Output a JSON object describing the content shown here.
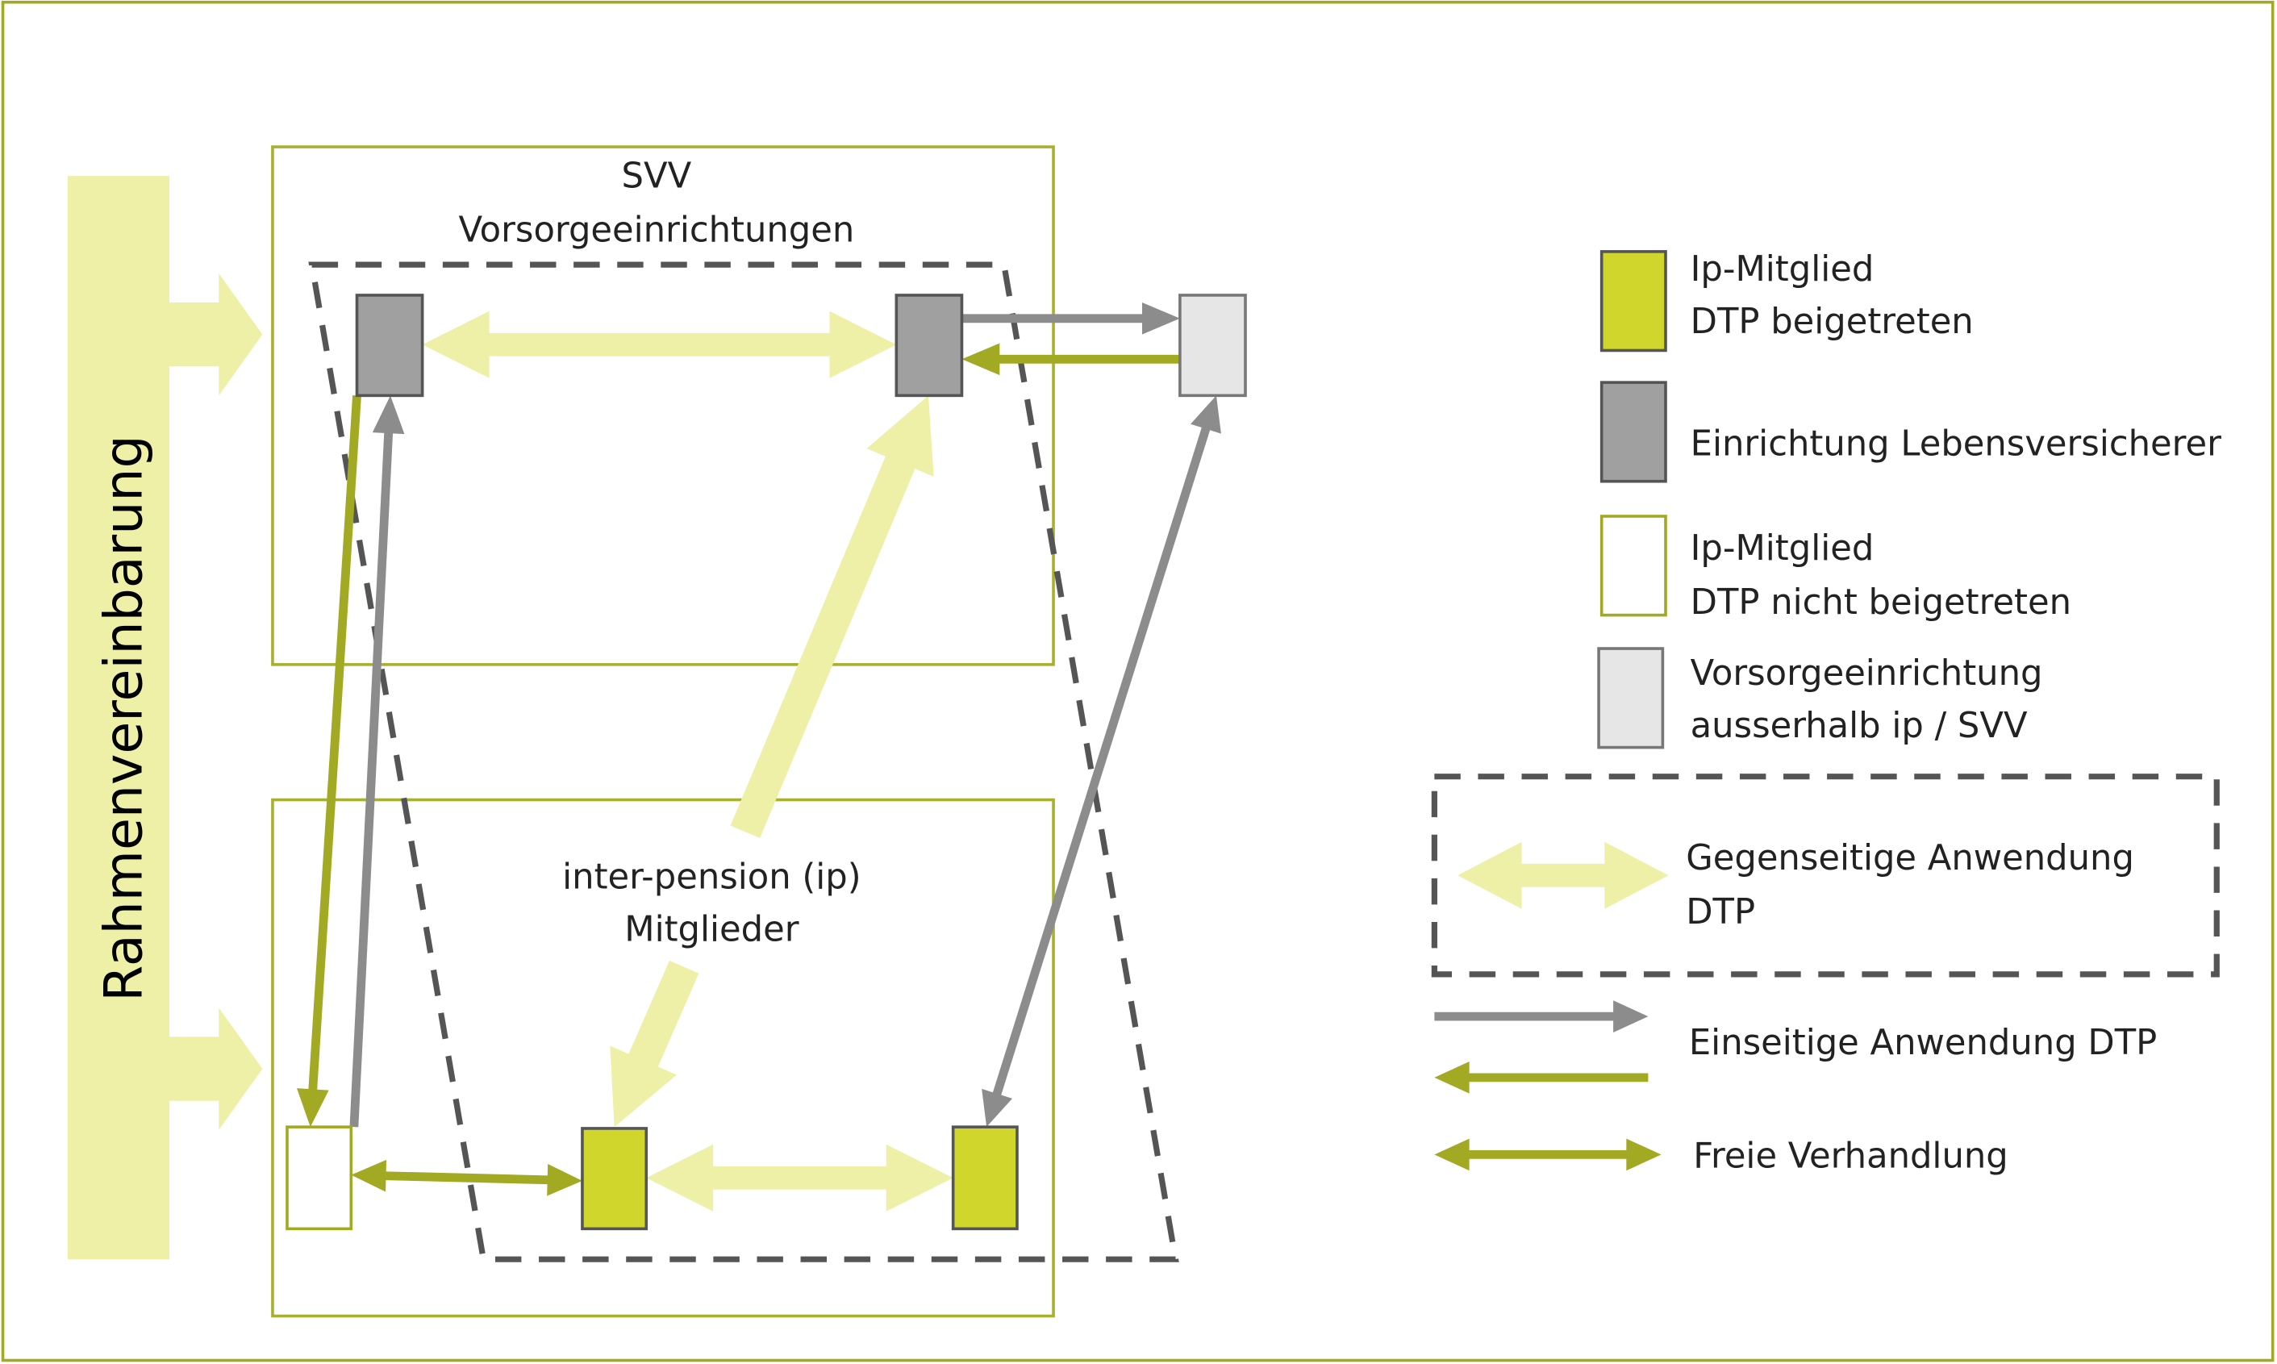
{
  "side_label": "Rahmenvereinbarung",
  "svv_box": {
    "line1": "SVV",
    "line2": "Vorsorgeeinrichtungen"
  },
  "ip_box": {
    "line1": "inter-pension (ip)",
    "line2": "Mitglieder"
  },
  "legend": {
    "ip_member_joined": {
      "line1": "Ip-Mitglied",
      "line2": "DTP beigetreten"
    },
    "life_insurer": {
      "line1": "Einrichtung Lebensversicherer"
    },
    "ip_member_not_joined": {
      "line1": "Ip-Mitglied",
      "line2": "DTP nicht beigetreten"
    },
    "outside": {
      "line1": "Vorsorgeeinrichtung",
      "line2": "ausserhalb ip / SVV"
    },
    "mutual": {
      "line1": "Gegenseitige Anwendung",
      "line2": "DTP"
    },
    "unilateral": {
      "line1": "Einseitige Anwendung DTP"
    },
    "free": {
      "line1": "Freie Verhandlung"
    }
  },
  "colors": {
    "olive": "#a2aa24",
    "light": "#eef0a8",
    "yellow": "#d0d62c",
    "gray_dark": "#a0a0a0",
    "gray_light": "#e6e6e6",
    "gray_arrow": "#8c8c8c",
    "dash": "#555555"
  }
}
